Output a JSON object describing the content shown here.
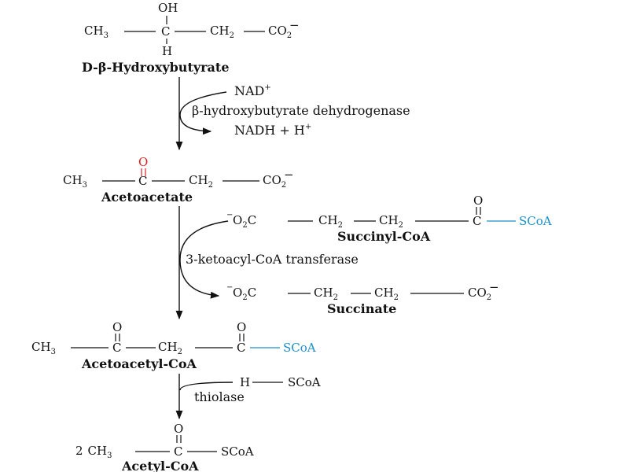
{
  "colors": {
    "text": "#111111",
    "keto_oxygen": "#e02020",
    "coa_group": "#1a8fc8"
  },
  "compounds": {
    "hydroxybutyrate": {
      "name": "D-β-Hydroxybutyrate",
      "ch3": "CH",
      "ch3_sub": "3",
      "c": "C",
      "oh": "OH",
      "h": "H",
      "ch2": "CH",
      "ch2_sub": "2",
      "co2": "CO",
      "co2_sub": "2",
      "co2_charge": "−"
    },
    "acetoacetate": {
      "name": "Acetoacetate",
      "ch3": "CH",
      "ch3_sub": "3",
      "c": "C",
      "o": "O",
      "ch2": "CH",
      "ch2_sub": "2",
      "co2": "CO",
      "co2_sub": "2",
      "co2_charge": "−"
    },
    "succinyl_coa": {
      "name": "Succinyl-CoA",
      "charge": "−",
      "o2c": "O",
      "o2c_sub": "2",
      "o2c_c": "C",
      "ch2": "CH",
      "ch2_sub": "2",
      "c": "C",
      "o": "O",
      "scoa": "SCoA"
    },
    "succinate": {
      "name": "Succinate",
      "charge": "−",
      "o2c": "O",
      "o2c_sub": "2",
      "o2c_c": "C",
      "ch2": "CH",
      "ch2_sub": "2",
      "co2": "CO",
      "co2_sub": "2",
      "co2_charge": "−"
    },
    "acetoacetyl_coa": {
      "name": "Acetoacetyl-CoA",
      "ch3": "CH",
      "ch3_sub": "3",
      "c": "C",
      "o": "O",
      "ch2": "CH",
      "ch2_sub": "2",
      "scoa": "SCoA"
    },
    "hscoa": {
      "h": "H",
      "scoa": "SCoA"
    },
    "acetyl_coa": {
      "name": "Acetyl-CoA",
      "coef": "2",
      "ch3": "CH",
      "ch3_sub": "3",
      "c": "C",
      "o": "O",
      "scoa": "SCoA"
    }
  },
  "steps": [
    {
      "enzyme": "β-hydroxybutyrate dehydrogenase",
      "cosubstrate": "NAD",
      "cosubstrate_charge": "+",
      "coproduct": "NADH + H",
      "coproduct_charge": "+"
    },
    {
      "enzyme": "3-ketoacyl-CoA transferase"
    },
    {
      "enzyme": "thiolase"
    }
  ]
}
